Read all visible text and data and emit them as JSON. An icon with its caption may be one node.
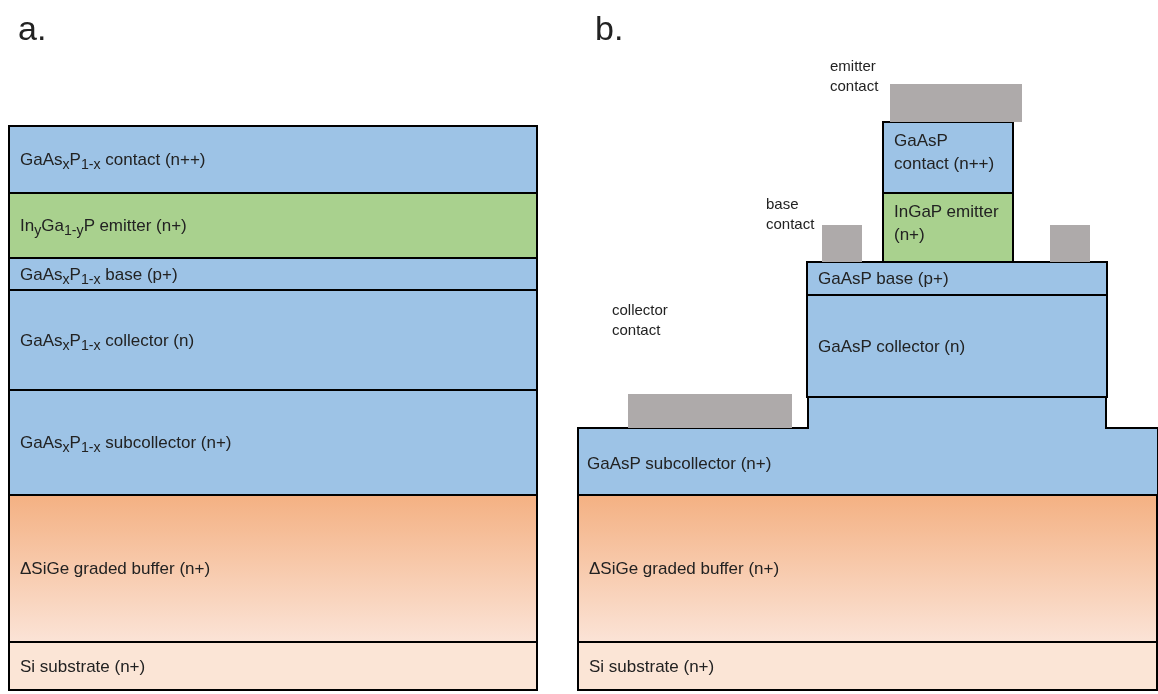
{
  "diagram": {
    "nodes": [
      {
        "text": [
          "GaAs$_{x}$P$_{1-x}$ contact (n++)"
        ]
      },
      {
        "text": [
          "In$_{y}$Ga$_{1-y}$P emitter (n+)"
        ]
      },
      {
        "text": [
          "GaAs$_{x}$P$_{1-x}$ base (p+)"
        ]
      },
      {
        "text": [
          "GaAs$_{x}$P$_{1-x}$ collector (n)"
        ]
      },
      {
        "text": [
          "GaAs$_{x}$P$_{1-x}$ subcollector (n+)"
        ]
      },
      {
        "text": [
          "ΔSiGe graded buffer (n+)"
        ]
      },
      {
        "text": [
          "Si substrate (n+)"
        ]
      },
      {
        "text": [
          "GaAsP contact (n++)"
        ]
      },
      {
        "text": [
          "InGaP emitter (n+)"
        ]
      },
      {
        "text": [
          "GaAsP base (p+)"
        ]
      },
      {
        "text": [
          "GaAsP collector (n)"
        ]
      },
      {
        "text": [
          "GaAsP subcollector (n+)"
        ]
      },
      {
        "text": [
          "ΔSiGe graded buffer (n+)"
        ]
      },
      {
        "text": [
          "Si substrate (n+)"
        ]
      },
      {
        "text": [],
        "shape": "box"
      },
      {
        "text": [],
        "shape": "box"
      },
      {
        "text": [],
        "shape": "box"
      },
      {
        "text": [],
        "shape": "box"
      }
    ],
    "labels": [
      "a.",
      "b.",
      "emitter contact",
      "base contact",
      "collector contact"
    ]
  }
}
